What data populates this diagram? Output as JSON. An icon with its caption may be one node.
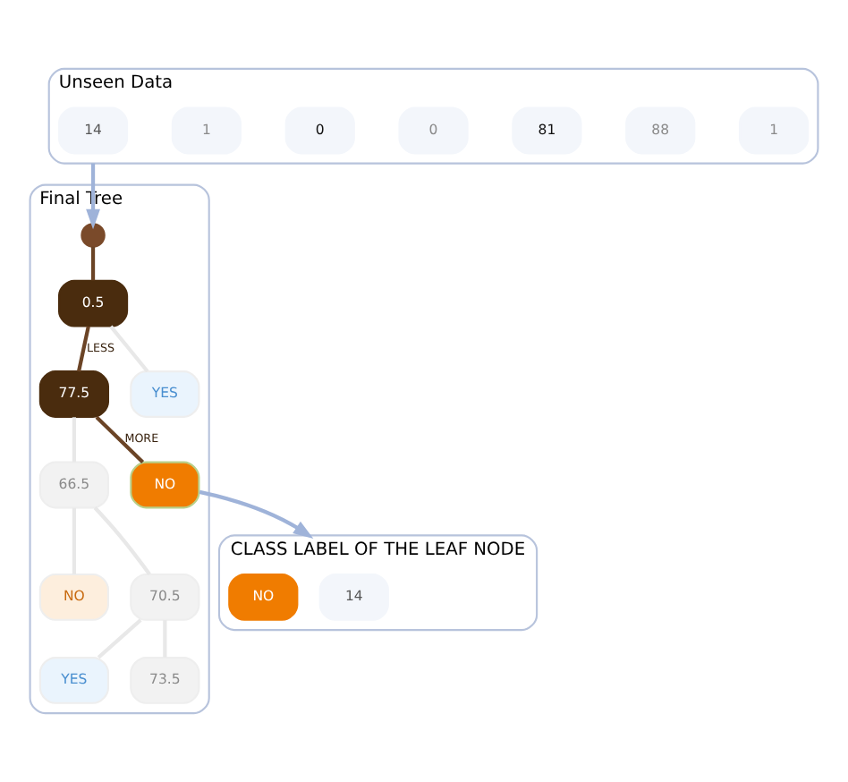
{
  "diagram": {
    "nodes": [
      {
        "text": [
          "Unseen Data"
        ]
      },
      {
        "text": [
          "14"
        ],
        "in": 0
      },
      {
        "text": [
          "1"
        ],
        "in": 0
      },
      {
        "text": [
          "0"
        ],
        "in": 0
      },
      {
        "text": [
          "0"
        ],
        "in": 0
      },
      {
        "text": [
          "81"
        ],
        "in": 0
      },
      {
        "text": [
          "88"
        ],
        "in": 0
      },
      {
        "text": [
          "1"
        ],
        "in": 0
      },
      {
        "text": [
          "Final Tree"
        ]
      },
      {
        "text": [],
        "shape": "circle",
        "in": 8
      },
      {
        "text": [
          "0.5"
        ],
        "in": 8
      },
      {
        "text": [
          "77.5"
        ],
        "in": 8
      },
      {
        "text": [
          "YES"
        ],
        "in": 8
      },
      {
        "text": [
          "NO"
        ],
        "in": 8
      },
      {
        "text": [
          "66.5"
        ],
        "in": 8
      },
      {
        "text": [
          "NO"
        ],
        "in": 8
      },
      {
        "text": [
          "70.5"
        ],
        "in": 8
      },
      {
        "text": [
          "YES"
        ],
        "in": 8
      },
      {
        "text": [
          "73.5"
        ],
        "in": 8
      },
      {
        "text": [
          "CLASS LABEL OF THE LEAF NODE"
        ]
      },
      {
        "text": [
          "14"
        ],
        "in": 19
      },
      {
        "text": [
          "NO"
        ],
        "in": 19
      }
    ],
    "edges": [
      {
        "from": 0,
        "to": 9,
        "arrow": "to",
        "color": "#9fb3d9"
      },
      {
        "from": 9,
        "to": 10,
        "arrow": "none",
        "color": "#6b4426"
      },
      {
        "from": 10,
        "to": 11,
        "label": "LESS",
        "arrow": "none",
        "color": "#6b4426"
      },
      {
        "from": 10,
        "to": 12,
        "arrow": "none",
        "color": "#e8e8e8"
      },
      {
        "from": 11,
        "to": 14,
        "arrow": "none",
        "color": "#e8e8e8"
      },
      {
        "from": 11,
        "to": 13,
        "label": "MORE",
        "arrow": "none",
        "color": "#6b4426"
      },
      {
        "from": 14,
        "to": 15,
        "arrow": "none",
        "color": "#e8e8e8"
      },
      {
        "from": 14,
        "to": 16,
        "arrow": "none",
        "color": "#e8e8e8"
      },
      {
        "from": 16,
        "to": 17,
        "arrow": "none",
        "color": "#e8e8e8"
      },
      {
        "from": 16,
        "to": 18,
        "arrow": "none",
        "color": "#e8e8e8"
      },
      {
        "from": 13,
        "to": 19,
        "arrow": "to",
        "color": "#9fb3d9"
      }
    ]
  }
}
